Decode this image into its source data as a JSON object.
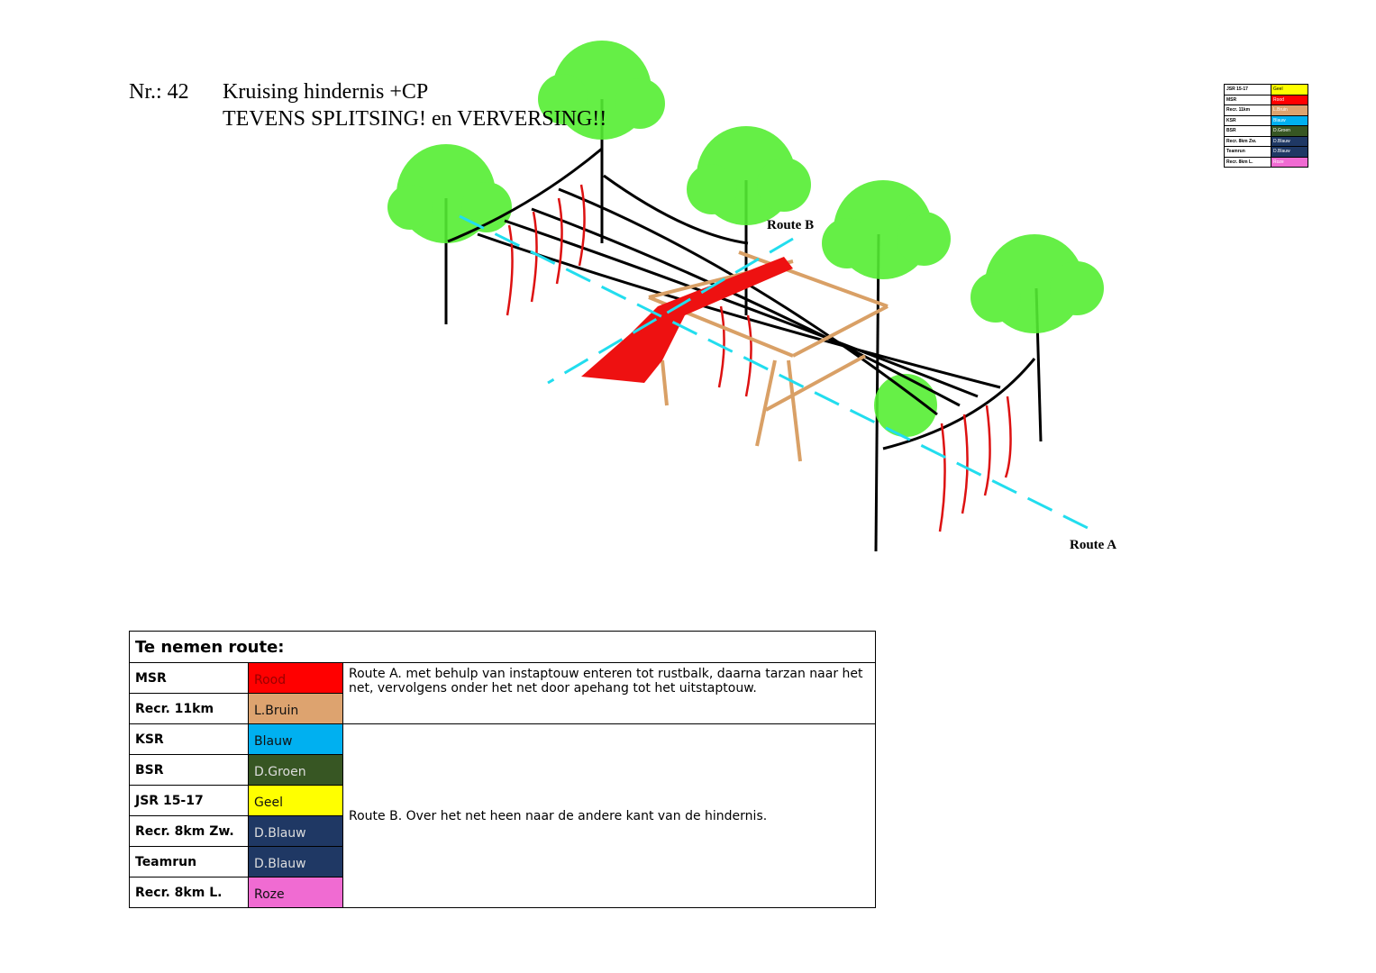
{
  "header": {
    "number": "Nr.: 42",
    "title": "Kruising hindernis +CP",
    "subtitle": "TEVENS SPLITSING! en VERVERSING!!"
  },
  "diagram": {
    "route_a_label": "Route A",
    "route_b_label": "Route B"
  },
  "mini_legend": [
    {
      "name": "JSR 15-17",
      "color_label": "Geel",
      "color": "#ffff00"
    },
    {
      "name": "MSR",
      "color_label": "Rood",
      "color": "#ff0000"
    },
    {
      "name": "Recr. 11km",
      "color_label": "L.Bruin",
      "color": "#dda36f"
    },
    {
      "name": "KSR",
      "color_label": "Blauw",
      "color": "#00b0f0"
    },
    {
      "name": "BSR",
      "color_label": "D.Groen",
      "color": "#375623"
    },
    {
      "name": "Recr. 8km Zw.",
      "color_label": "D.Blauw",
      "color": "#1f3864"
    },
    {
      "name": "Teamrun",
      "color_label": "D.Blauw",
      "color": "#1f3864"
    },
    {
      "name": "Recr. 8km L.",
      "color_label": "Roze",
      "color": "#f06bd2"
    }
  ],
  "route_table": {
    "title": "Te nemen route:",
    "rows": [
      {
        "name": "MSR",
        "color_label": "Rood",
        "color": "#ff0000"
      },
      {
        "name": "Recr. 11km",
        "color_label": "L.Bruin",
        "color": "#dda36f"
      },
      {
        "name": "KSR",
        "color_label": "Blauw",
        "color": "#00b0f0"
      },
      {
        "name": "BSR",
        "color_label": "D.Groen",
        "color": "#375623"
      },
      {
        "name": "JSR 15-17",
        "color_label": "Geel",
        "color": "#ffff00"
      },
      {
        "name": "Recr. 8km Zw.",
        "color_label": "D.Blauw",
        "color": "#1f3864"
      },
      {
        "name": "Teamrun",
        "color_label": "D.Blauw",
        "color": "#1f3864"
      },
      {
        "name": "Recr. 8km L.",
        "color_label": "Roze",
        "color": "#f06bd2"
      }
    ],
    "route_a": "Route A. met behulp van instaptouw enteren tot rustbalk, daarna tarzan naar het net, vervolgens onder het net door apehang tot het uitstaptouw.",
    "route_b": "Route B. Over het net heen naar de andere kant van de hindernis."
  }
}
